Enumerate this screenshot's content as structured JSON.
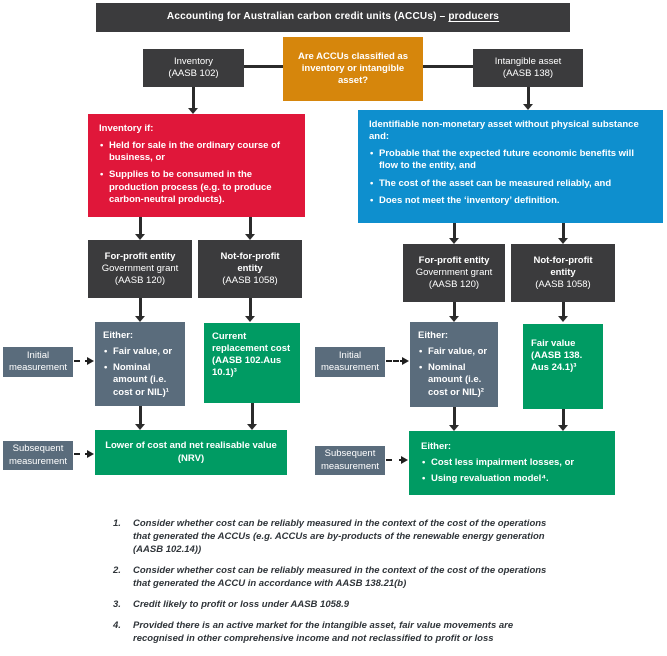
{
  "header": {
    "title_prefix": "Accounting for Australian carbon credit units (ACCUs) –",
    "title_underlined": "producers"
  },
  "decision": {
    "inventory_node": {
      "line1": "Inventory",
      "line2": "(AASB 102)"
    },
    "question_node": "Are ACCUs classified as inventory or intangible asset?",
    "intangible_node": {
      "line1": "Intangible asset",
      "line2": "(AASB 138)"
    }
  },
  "inventory_branch": {
    "criteria": {
      "intro": "Inventory if:",
      "bullets": [
        "Held for sale in the ordinary course of business, or",
        "Supplies to be consumed in the production process (e.g. to produce carbon-neutral products)."
      ]
    },
    "for_profit_node": {
      "line1": "For-profit entity",
      "line2": "Government grant",
      "line3": "(AASB 120)"
    },
    "not_for_profit_node": {
      "line1": "Not-for-profit entity",
      "line2": "(AASB 1058)"
    },
    "initial_for_profit": {
      "intro": "Either:",
      "bullets": [
        "Fair value, or",
        "Nominal amount (i.e. cost or NIL)¹"
      ]
    },
    "initial_not_for_profit": "Current replacement cost (AASB 102.Aus 10.1)³",
    "subsequent": "Lower of cost and net realisable value (NRV)"
  },
  "intangible_branch": {
    "criteria": {
      "intro": "Identifiable non-monetary asset without physical substance and:",
      "bullets": [
        "Probable that the expected future economic benefits will flow to the entity, and",
        "The cost of the asset can be measured reliably, and",
        "Does not meet the ‘inventory’ definition."
      ]
    },
    "for_profit_node": {
      "line1": "For-profit entity",
      "line2": "Government grant",
      "line3": "(AASB 120)"
    },
    "not_for_profit_node": {
      "line1": "Not-for-profit entity",
      "line2": "(AASB 1058)"
    },
    "initial_for_profit": {
      "intro": "Either:",
      "bullets": [
        "Fair value, or",
        "Nominal amount (i.e. cost or NIL)²"
      ]
    },
    "initial_not_for_profit": "Fair value (AASB 138. Aus 24.1)³",
    "subsequent": {
      "intro": "Either:",
      "bullets": [
        "Cost less impairment losses, or",
        "Using revaluation model⁴."
      ]
    }
  },
  "measurement_labels": {
    "initial": "Initial measurement",
    "subsequent": "Subsequent measurement"
  },
  "footnotes": [
    {
      "num": "1.",
      "text": "Consider whether cost can be reliably measured in the context of the cost of the operations that generated the ACCUs (e.g. ACCUs are by-products of the renewable energy generation (AASB 102.14))"
    },
    {
      "num": "2.",
      "text": "Consider whether cost can be reliably measured in the context of the cost of the operations that generated the ACCU in accordance with AASB 138.21(b)"
    },
    {
      "num": "3.",
      "text": "Credit likely to profit or loss under AASB 1058.9"
    },
    {
      "num": "4.",
      "text": "Provided there is an active market for the intangible asset, fair value movements are recognised in other comprehensive income and not reclassified to profit or loss"
    }
  ],
  "colors": {
    "charcoal": "#3B3B3D",
    "red": "#E0173A",
    "blue": "#0E8FCE",
    "green": "#009B63",
    "slate": "#5A6C7C",
    "orange": "#D6860C"
  }
}
